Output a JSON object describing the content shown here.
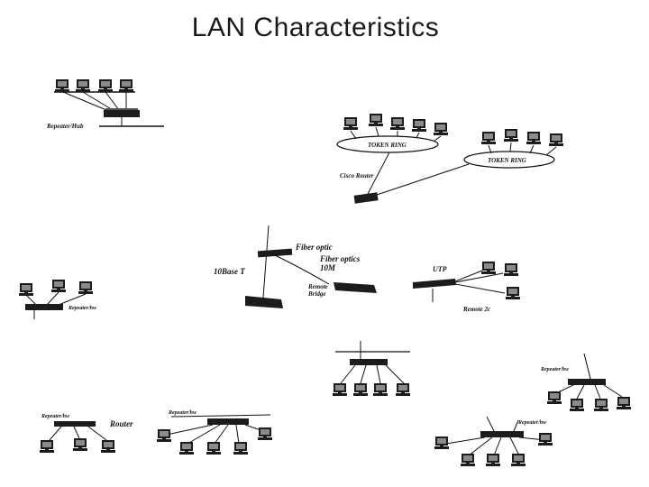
{
  "title": "LAN Characteristics",
  "labels": {
    "repeater_hub": "Repeater/Hub",
    "token_ring_1": "TOKEN RING",
    "token_ring_2": "TOKEN RING",
    "cisco_router": "Cisco Router",
    "fiber_optic": "Fiber optic",
    "fiber_optics_10m_1": "Fiber optics",
    "fiber_optics_10m_2": "10M",
    "tenbase_t": "10Base T",
    "remote_bridge_1": "Remote",
    "remote_bridge_2": "Bridge",
    "utp": "UTP",
    "remote_2c": "Remote 2c",
    "repeater_hw_mid_left": "Repeater/hw",
    "repeater_hw_bottom_left": "Repeater/hw",
    "router": "Router",
    "repeater_hw_bottom_mid": "Repeater/hw",
    "repeater_hw_right_top": "Repeater/hw",
    "repeater_hw_right_bottom": "Repeater/hw"
  },
  "colors": {
    "ink": "#111111",
    "device": "#1c1c1c",
    "background": "#ffffff"
  },
  "icons": {
    "workstation": "computer-icon",
    "hub": "hub-icon",
    "router": "router-icon",
    "bridge": "bridge-icon"
  }
}
